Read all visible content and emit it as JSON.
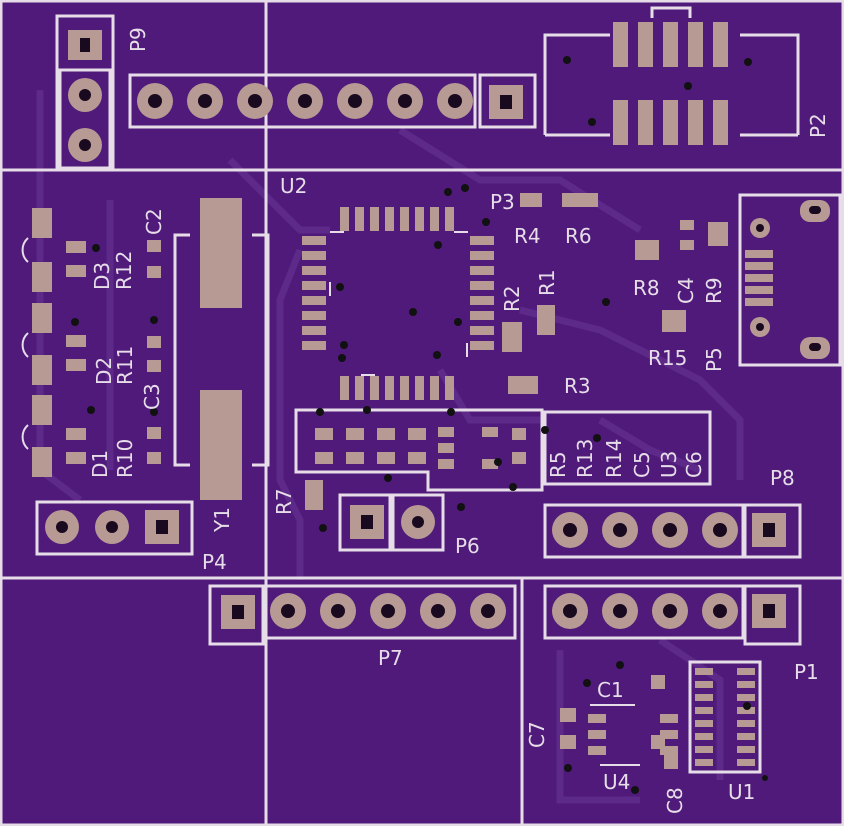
{
  "board": {
    "background": "#4f1a7a",
    "silkscreen": "#e6dde8",
    "pad_color": "#b89a94",
    "trace_color": "#5e2a8a"
  },
  "labels": {
    "P9": "P9",
    "P2": "P2",
    "U2": "U2",
    "P3": "P3",
    "R4": "R4",
    "R6": "R6",
    "R8": "R8",
    "C4": "C4",
    "R9": "R9",
    "R15": "R15",
    "P5": "P5",
    "R2": "R2",
    "R1": "R1",
    "R3": "R3",
    "C2": "C2",
    "R12": "R12",
    "D3": "D3",
    "D2": "D2",
    "R11": "R11",
    "C3": "C3",
    "D1": "D1",
    "R10": "R10",
    "R5": "R5",
    "R13": "R13",
    "R14": "R14",
    "C5": "C5",
    "U3": "U3",
    "C6": "C6",
    "R7": "R7",
    "Y1": "Y1",
    "P4": "P4",
    "P6": "P6",
    "P8": "P8",
    "P7": "P7",
    "P1": "P1",
    "C1": "C1",
    "C7": "C7",
    "U4": "U4",
    "C8": "C8",
    "U1": "U1"
  }
}
